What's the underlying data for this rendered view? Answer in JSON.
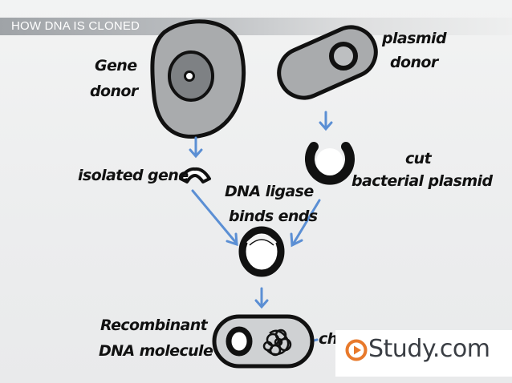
{
  "header": {
    "title": "HOW DNA IS CLONED"
  },
  "labels": {
    "gene_donor_line1": "Gene",
    "gene_donor_line2": "donor",
    "plasmid_donor_line1": "plasmid",
    "plasmid_donor_line2": "donor",
    "isolated_gene": "isolated gene",
    "cut_line1": "cut",
    "cut_line2": "bacterial plasmid",
    "ligase_line1": "DNA ligase",
    "ligase_line2": "binds ends",
    "recombinant_line1": "Recombinant",
    "recombinant_line2": "DNA molecule",
    "chromosome_partial": "ch"
  },
  "watermark": {
    "text": "Study.com",
    "brand_color": "#e8792b",
    "text_color": "#3a3e44"
  },
  "colors": {
    "arrow": "#5b8fd4",
    "cell_fill": "#a9abad",
    "outline": "#111111"
  }
}
